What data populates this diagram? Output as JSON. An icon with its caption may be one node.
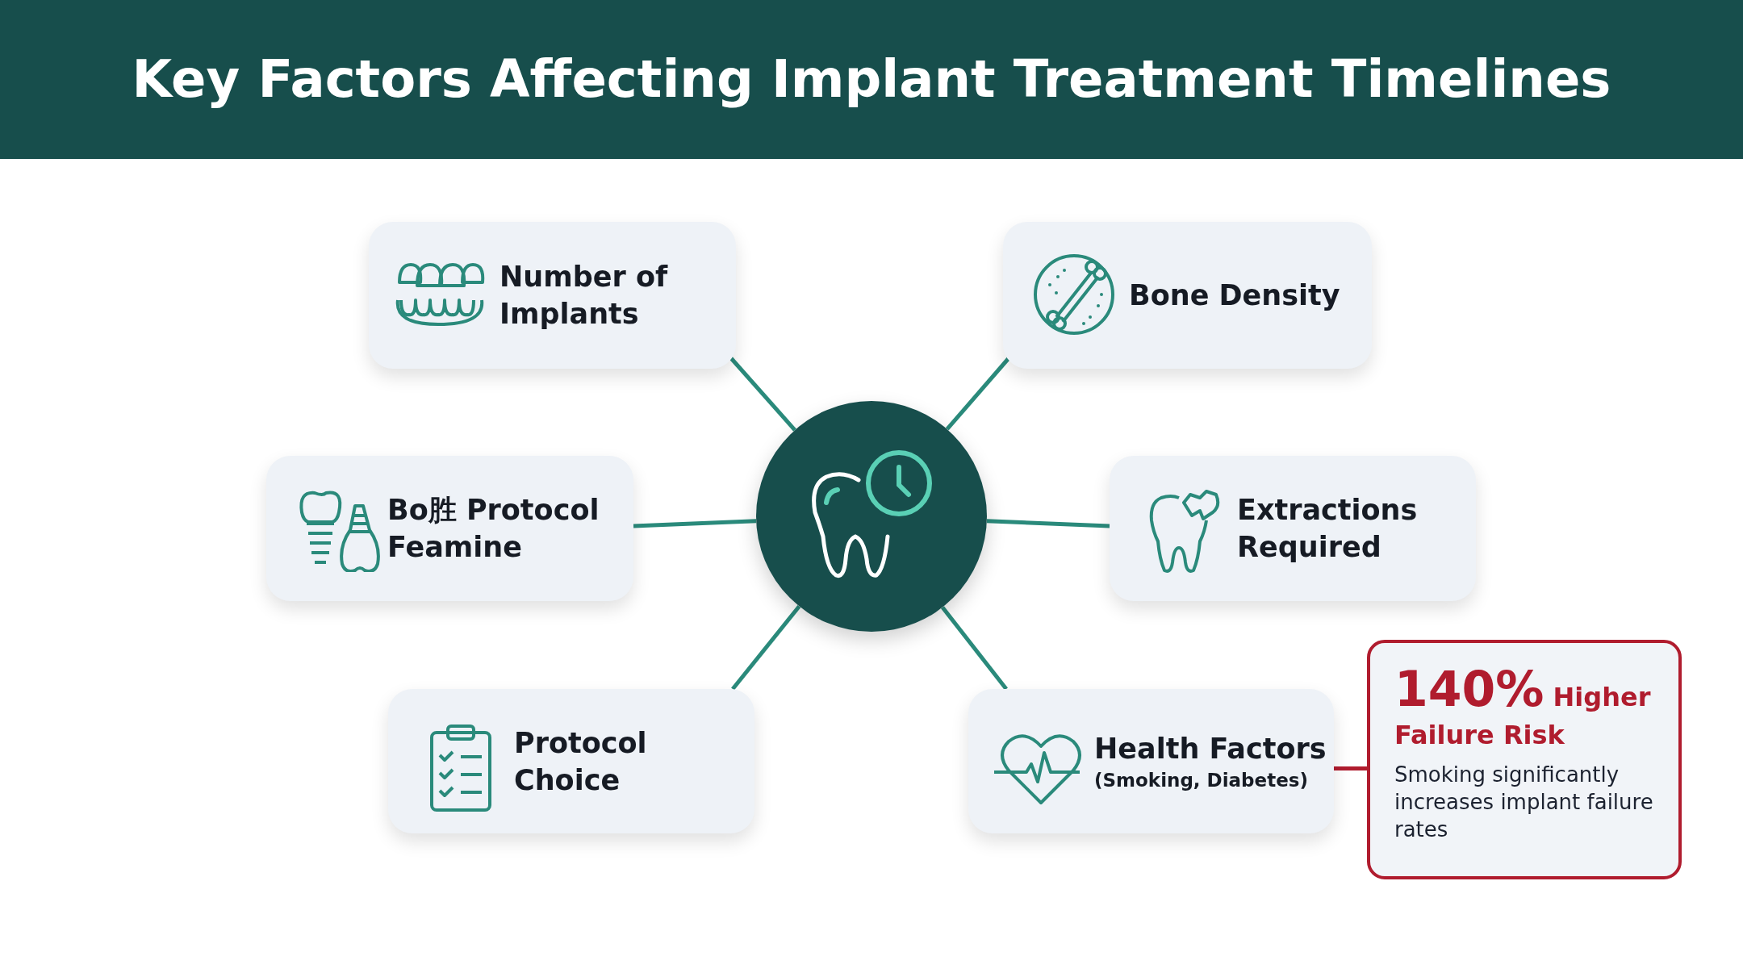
{
  "diagram": {
    "title": "Key Factors Affecting Implant Treatment Timelines",
    "nodes": [
      {
        "text": [],
        "shape": "circle"
      },
      {
        "text": [
          "Number of Implants"
        ]
      },
      {
        "text": [
          "Bone Density"
        ]
      },
      {
        "text": [
          "Bo胜 Protocol Feamine"
        ]
      },
      {
        "text": [
          "Extractions Required"
        ]
      },
      {
        "text": [
          "Protocol Choice"
        ]
      },
      {
        "text": [
          "Health Factors",
          "(Smoking, Diabetes)"
        ]
      },
      {
        "text": [
          "140%",
          "Higher Failure Risk",
          "Smoking significantly increases implant failure rates"
        ]
      }
    ],
    "edges": [
      {
        "from": 0,
        "to": 1,
        "arrow": "none"
      },
      {
        "from": 0,
        "to": 2,
        "arrow": "none"
      },
      {
        "from": 0,
        "to": 3,
        "arrow": "none"
      },
      {
        "from": 0,
        "to": 4,
        "arrow": "none"
      },
      {
        "from": 0,
        "to": 5,
        "arrow": "none"
      },
      {
        "from": 0,
        "to": 6,
        "arrow": "none"
      },
      {
        "from": 6,
        "to": 7,
        "arrow": "none",
        "color": "#b01c2e"
      }
    ]
  }
}
